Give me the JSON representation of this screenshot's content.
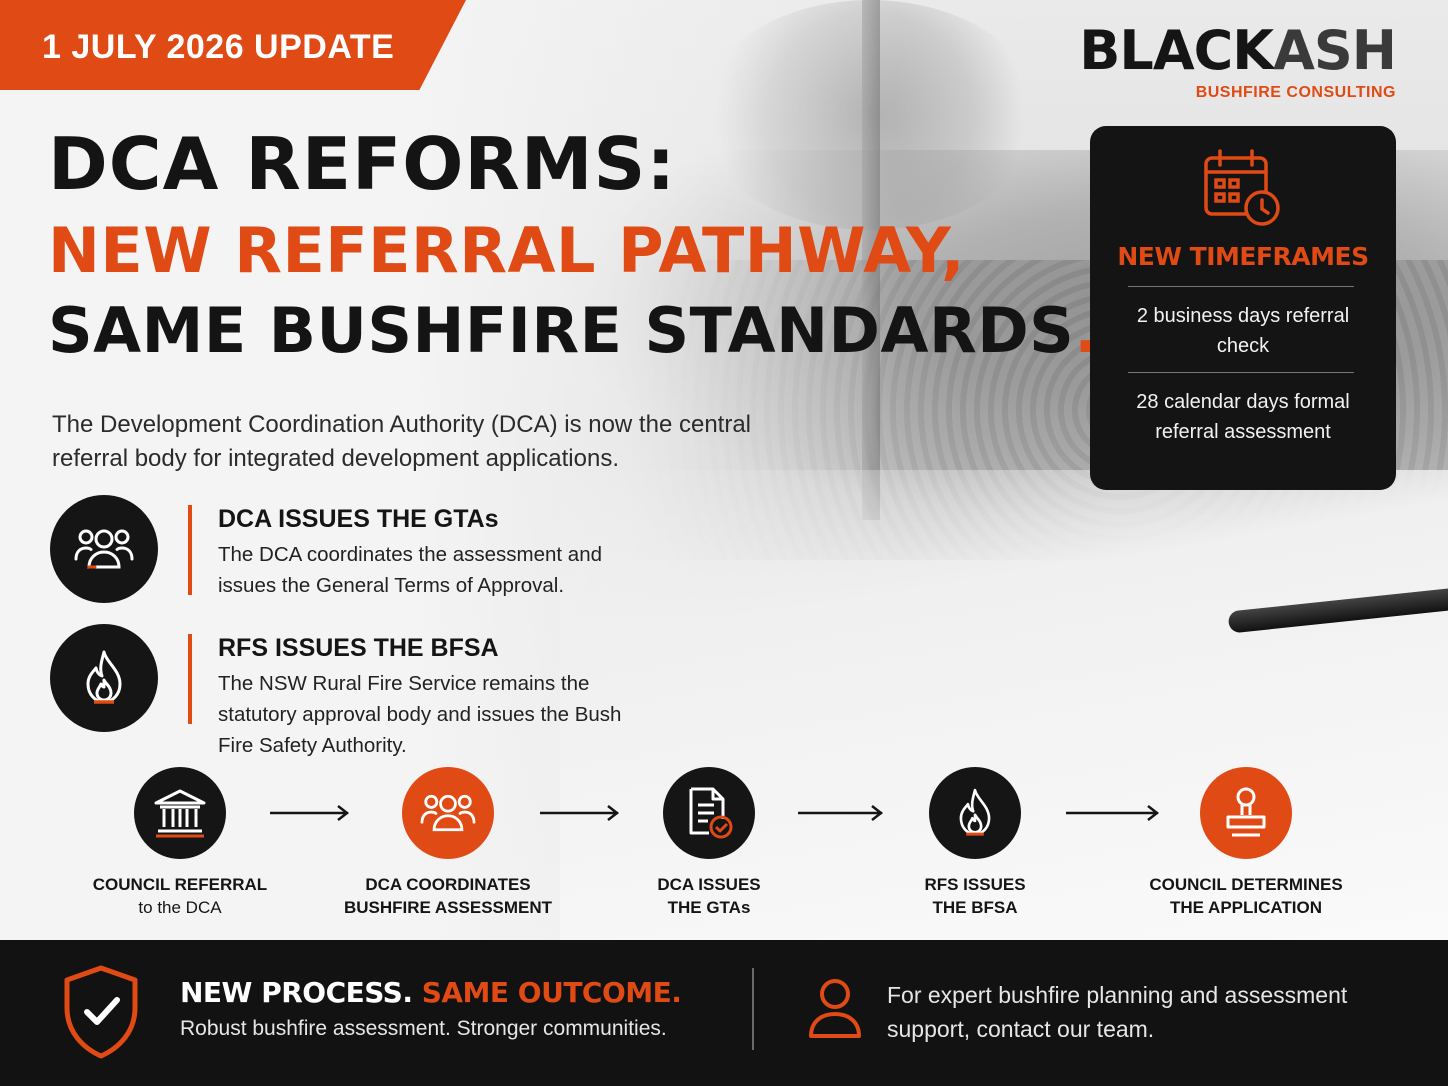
{
  "banner": {
    "label": "1 JULY 2026 UPDATE"
  },
  "logo": {
    "word_part1": "BLACK",
    "word_part2": "ASH",
    "subtitle": "BUSHFIRE CONSULTING"
  },
  "headline": {
    "line1": "DCA REFORMS:",
    "line2": "NEW REFERRAL PATHWAY,",
    "line3": "SAME BUSHFIRE STANDARDS",
    "line3_end": "."
  },
  "intro": "The Development Coordination Authority (DCA) is now the central referral body for integrated development applications.",
  "features": [
    {
      "icon": "people-group-icon",
      "heading": "DCA ISSUES THE GTAs",
      "text": "The DCA coordinates the assessment and issues the General Terms of Approval."
    },
    {
      "icon": "flame-icon",
      "heading": "RFS ISSUES THE BFSA",
      "text": "The NSW Rural Fire Service remains the statutory approval body and issues the Bush Fire Safety Authority."
    }
  ],
  "timeframes": {
    "icon": "calendar-clock-icon",
    "title": "NEW TIMEFRAMES",
    "items": [
      "2 business days referral check",
      "28 calendar days formal referral assessment"
    ]
  },
  "process": [
    {
      "icon": "building-columns-icon",
      "label_bold": "COUNCIL REFERRAL",
      "label_normal": "to the DCA",
      "style": "dark"
    },
    {
      "icon": "people-group-icon",
      "label_bold": "DCA COORDINATES",
      "label_bold2": "BUSHFIRE ASSESSMENT",
      "style": "orange"
    },
    {
      "icon": "document-check-icon",
      "label_bold": "DCA ISSUES",
      "label_bold2": "THE GTAs",
      "style": "dark"
    },
    {
      "icon": "flame-icon",
      "label_bold": "RFS ISSUES",
      "label_bold2": "THE BFSA",
      "style": "dark"
    },
    {
      "icon": "approval-stamp-icon",
      "label_bold": "COUNCIL DETERMINES",
      "label_bold2": "THE APPLICATION",
      "style": "orange"
    }
  ],
  "footer": {
    "heading_white": "NEW PROCESS.",
    "heading_orange": "SAME OUTCOME.",
    "subtext": "Robust bushfire assessment. Stronger communities.",
    "contact": "For expert bushfire planning and assessment support, contact our team."
  },
  "colors": {
    "accent": "#e04a14",
    "dark": "#141414",
    "light_bg": "#f2f2f2"
  }
}
